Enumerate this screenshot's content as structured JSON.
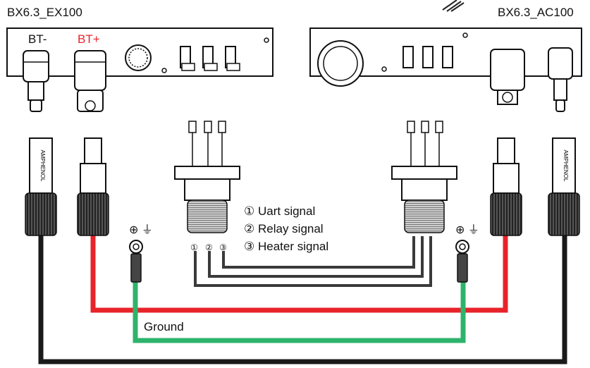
{
  "devices": {
    "left_title": "BX6.3_EX100",
    "right_title": "BX6.3_AC100"
  },
  "terminals": {
    "bt_minus": "BT-",
    "bt_plus": "BT+"
  },
  "legend": {
    "items": [
      {
        "marker": "①",
        "label": "Uart signal"
      },
      {
        "marker": "②",
        "label": "Relay signal"
      },
      {
        "marker": "③",
        "label": "Heater signal"
      }
    ]
  },
  "pin_markers": [
    "①",
    "②",
    "③"
  ],
  "ground_symbol": "⊕ ⏚",
  "wire_labels": {
    "ground": "Ground"
  },
  "connector_brand": "AMPHENOL",
  "colors": {
    "battery_positive": "#e8232a",
    "ground_wire": "#2db36b",
    "battery_negative": "#1a1a1a",
    "signal_wire": "#3a3a3a",
    "bt_plus_text": "#e8232a"
  }
}
